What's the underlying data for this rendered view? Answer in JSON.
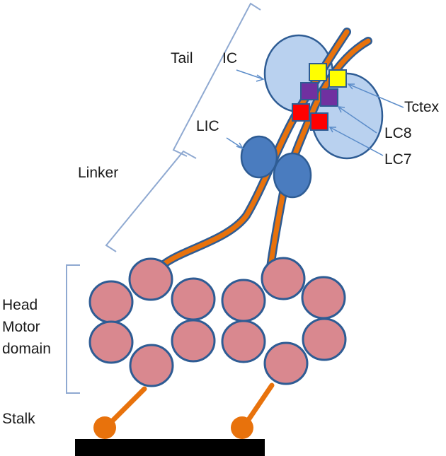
{
  "labels": {
    "tail": "Tail",
    "ic": "IC",
    "lic": "LIC",
    "linker": "Linker",
    "tctex": "Tctex",
    "lc8": "LC8",
    "lc7": "LC7",
    "head_line1": "Head",
    "head_line2": "Motor",
    "head_line3": "domain",
    "stalk": "Stalk"
  },
  "colors": {
    "outline": "#2e5c94",
    "ic_fill": "#b9d1ef",
    "lic_fill": "#4a7cbf",
    "heavy_chain": "#e8720c",
    "motor_fill": "#d9888f",
    "tctex": "#ffff00",
    "lc8": "#7030a0",
    "lc7": "#ff0000",
    "bracket": "#8fa9d1",
    "arrow": "#5b8cc9",
    "microtubule": "#000000"
  }
}
